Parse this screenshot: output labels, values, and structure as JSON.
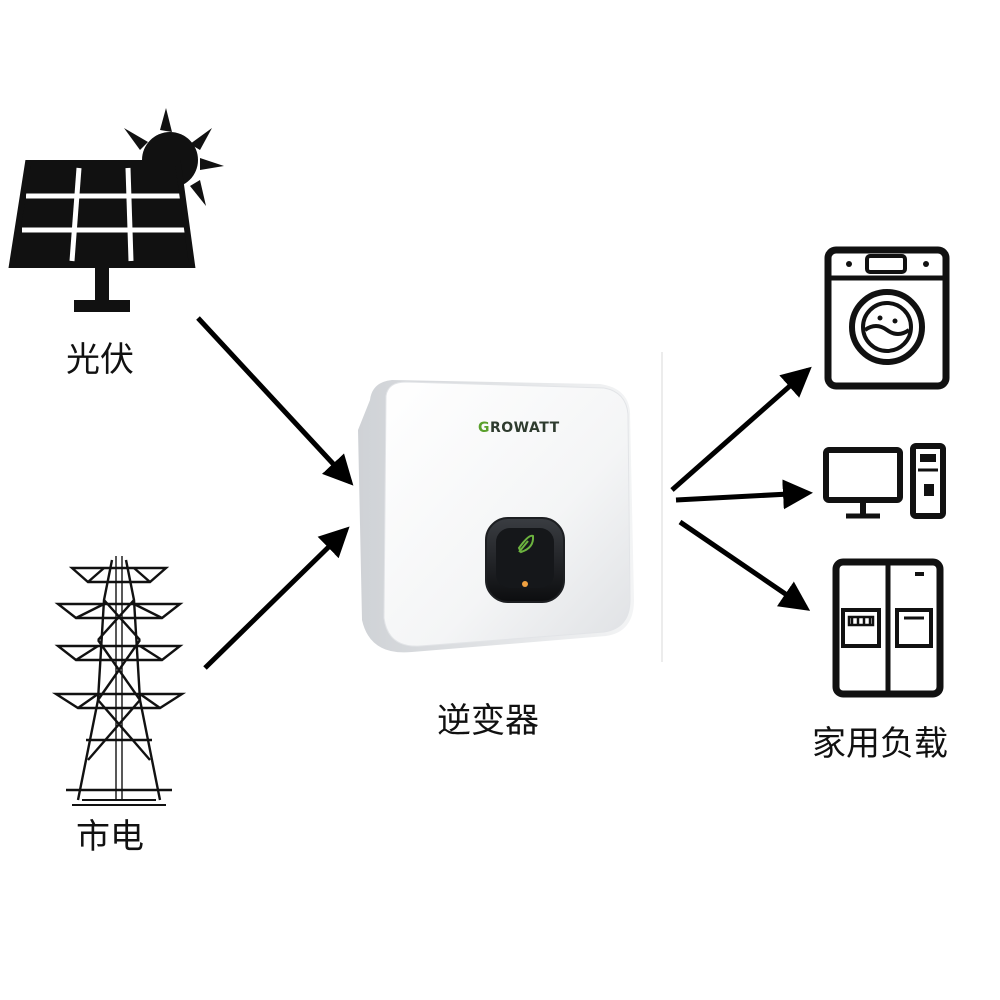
{
  "labels": {
    "pv": "光伏",
    "grid": "市电",
    "inverter": "逆变器",
    "load": "家用负载"
  },
  "inverter": {
    "brand": "GROWATT",
    "brand_color": "#5aa02c"
  },
  "icons": {
    "solar_panel": "solar-panel-icon",
    "sun": "sun-icon",
    "pylon": "transmission-tower-icon",
    "washing_machine": "washing-machine-icon",
    "computer": "desktop-computer-icon",
    "fridge": "refrigerator-icon"
  },
  "colors": {
    "line": "#000000",
    "text": "#111111",
    "background": "#ffffff"
  }
}
